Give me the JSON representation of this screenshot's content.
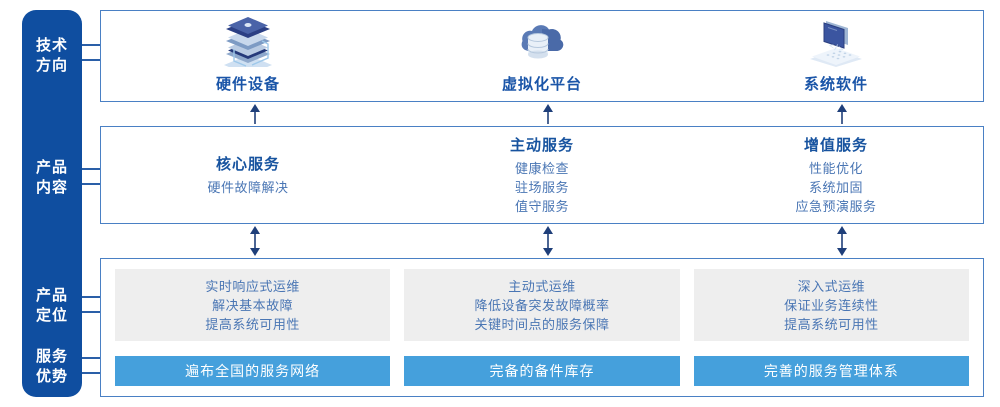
{
  "sidebar": {
    "color": "#0f4ea0",
    "labels": [
      {
        "id": "tech",
        "line1": "技术",
        "line2": "方向"
      },
      {
        "id": "product",
        "line1": "产品",
        "line2": "内容"
      },
      {
        "id": "position",
        "line1": "产品",
        "line2": "定位"
      },
      {
        "id": "advantage",
        "line1": "服务",
        "line2": "优势"
      }
    ]
  },
  "tech_row": {
    "items": [
      {
        "icon": "server-stack-icon",
        "name": "硬件设备"
      },
      {
        "icon": "cloud-database-icon",
        "name": "虚拟化平台"
      },
      {
        "icon": "laptop-code-icon",
        "name": "系统软件"
      }
    ]
  },
  "content_row": {
    "columns": [
      {
        "title": "核心服务",
        "items": [
          "硬件故障解决"
        ]
      },
      {
        "title": "主动服务",
        "items": [
          "健康检查",
          "驻场服务",
          "值守服务"
        ]
      },
      {
        "title": "增值服务",
        "items": [
          "性能优化",
          "系统加固",
          "应急预演服务"
        ]
      }
    ]
  },
  "bottom_row": {
    "columns": [
      {
        "positioning": [
          "实时响应式运维",
          "解决基本故障",
          "提高系统可用性"
        ],
        "advantage": "遍布全国的服务网络"
      },
      {
        "positioning": [
          "主动式运维",
          "降低设备突发故障概率",
          "关键时间点的服务保障"
        ],
        "advantage": "完备的备件库存"
      },
      {
        "positioning": [
          "深入式运维",
          "保证业务连续性",
          "提高系统可用性"
        ],
        "advantage": "完善的服务管理体系"
      }
    ]
  },
  "colors": {
    "sidebar_blue": "#0f4ea0",
    "panel_border": "#4a80c4",
    "title_blue": "#17539f",
    "body_blue": "#4a76b4",
    "bar_blue": "#45a0dc",
    "grey_box": "#eeeeee",
    "arrow_navy": "#1f3f7a"
  }
}
